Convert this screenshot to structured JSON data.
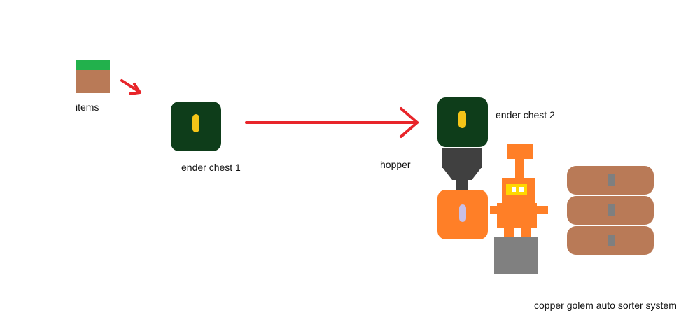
{
  "labels": {
    "items": "items",
    "ender_chest_1": "ender chest 1",
    "ender_chest_2": "ender chest 2",
    "hopper": "hopper",
    "system": "copper golem auto sorter system"
  },
  "colors": {
    "grass": "#22b14c",
    "dirt": "#b97a57",
    "ender_chest": "#0e3d1a",
    "ender_lock": "#f5c518",
    "arrow": "#e8252a",
    "hopper": "#404040",
    "copper_chest": "#ff7f27",
    "copper_lock": "#c8bfe7",
    "golem": "#ff7f27",
    "golem_eyes": "#ffd800",
    "stone": "#808080",
    "barrel": "#b97a57",
    "barrel_lock": "#7f7f7f"
  },
  "icons": {
    "items": "grass-block-icon",
    "ender_chest": "ender-chest-icon",
    "hopper": "hopper-icon",
    "copper_chest": "copper-chest-icon",
    "golem": "copper-golem-icon",
    "stone": "stone-block-icon",
    "barrel": "barrel-icon"
  }
}
